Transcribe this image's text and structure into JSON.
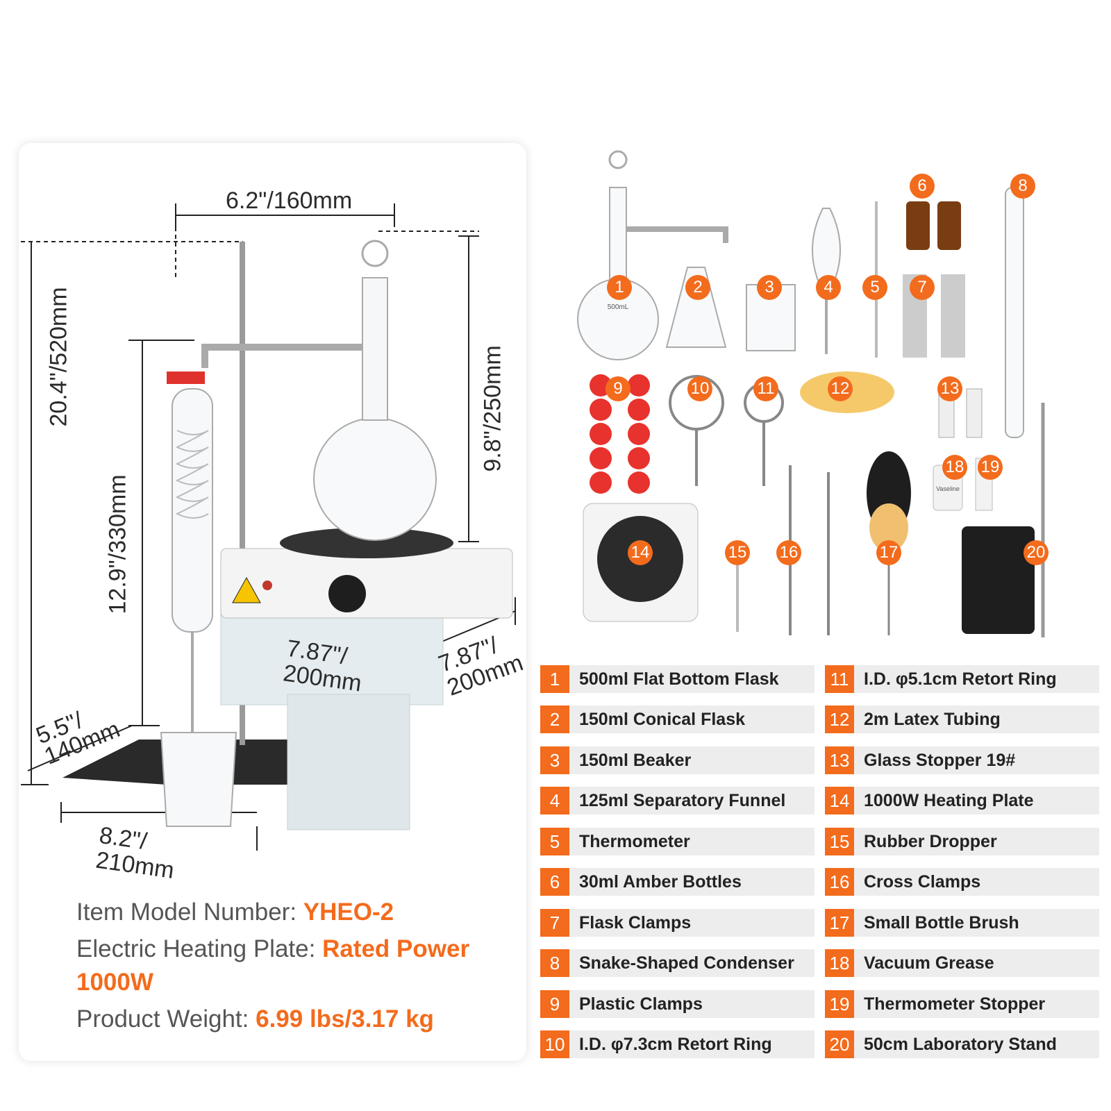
{
  "dimensions": {
    "top_width": "6.2\"/160mm",
    "total_height": "20.4\"/520mm",
    "stand_height": "12.9\"/330mm",
    "flask_height": "9.8\"/250mm",
    "base_depth": "5.5\"/ 140mm",
    "base_width": "8.2\"/ 210mm",
    "plate_width": "7.87\"/ 200mm",
    "plate_depth": "7.87\"/ 200mm"
  },
  "specs": {
    "model_label": "Item Model Number:",
    "model_value": "YHEO-2",
    "heating_label": "Electric Heating Plate:",
    "heating_value": "Rated Power 1000W",
    "weight_label": "Product Weight:",
    "weight_value": "6.99 lbs/3.17 kg"
  },
  "markers": [
    "1",
    "2",
    "3",
    "4",
    "5",
    "6",
    "7",
    "8",
    "9",
    "10",
    "11",
    "12",
    "13",
    "14",
    "15",
    "16",
    "17",
    "18",
    "19",
    "20"
  ],
  "parts_left": [
    {
      "num": "1",
      "label": "500ml Flat Bottom Flask"
    },
    {
      "num": "2",
      "label": "150ml Conical Flask"
    },
    {
      "num": "3",
      "label": "150ml Beaker"
    },
    {
      "num": "4",
      "label": "125ml Separatory Funnel"
    },
    {
      "num": "5",
      "label": "Thermometer"
    },
    {
      "num": "6",
      "label": "30ml Amber Bottles"
    },
    {
      "num": "7",
      "label": "Flask Clamps"
    },
    {
      "num": "8",
      "label": "Snake-Shaped Condenser"
    },
    {
      "num": "9",
      "label": "Plastic Clamps"
    },
    {
      "num": "10",
      "label": "I.D. φ7.3cm Retort Ring"
    }
  ],
  "parts_right": [
    {
      "num": "11",
      "label": "I.D. φ5.1cm Retort Ring"
    },
    {
      "num": "12",
      "label": "2m Latex Tubing"
    },
    {
      "num": "13",
      "label": "Glass Stopper 19#"
    },
    {
      "num": "14",
      "label": "1000W Heating Plate"
    },
    {
      "num": "15",
      "label": "Rubber Dropper"
    },
    {
      "num": "16",
      "label": "Cross Clamps"
    },
    {
      "num": "17",
      "label": "Small Bottle Brush"
    },
    {
      "num": "18",
      "label": "Vacuum Grease"
    },
    {
      "num": "19",
      "label": "Thermometer Stopper"
    },
    {
      "num": "20",
      "label": "50cm Laboratory Stand"
    }
  ],
  "flask_print": "500mL",
  "grease_print": "Vaseline",
  "colors": {
    "accent": "#f36b1c",
    "row_bg": "#ededed"
  }
}
